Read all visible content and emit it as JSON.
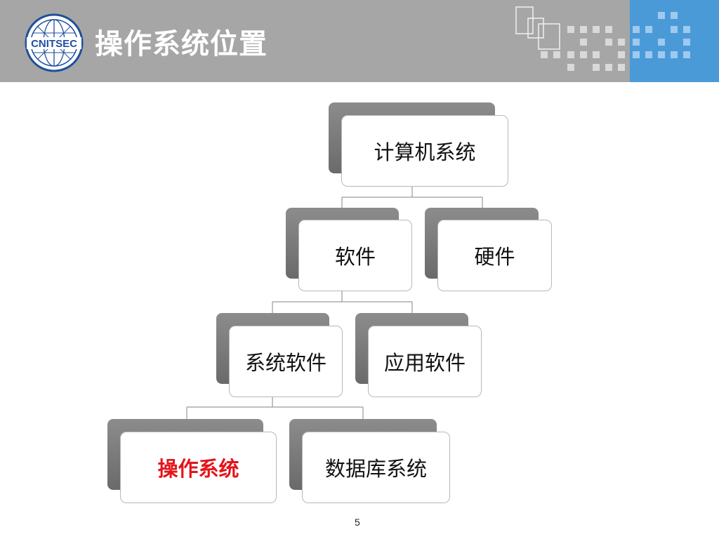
{
  "slide": {
    "title": "操作系统位置",
    "page_number": "5",
    "colors": {
      "header": "#a6a6a6",
      "accent_blue": "#4a9ad8",
      "highlight": "#e3141b"
    }
  },
  "logo": {
    "text": "CNITSEC",
    "icon": "cnitsec-globe-logo"
  },
  "tree": {
    "root": "计算机系统",
    "software": "软件",
    "hardware": "硬件",
    "system_software": "系统软件",
    "application_software": "应用软件",
    "operating_system": "操作系统",
    "database_system": "数据库系统"
  }
}
